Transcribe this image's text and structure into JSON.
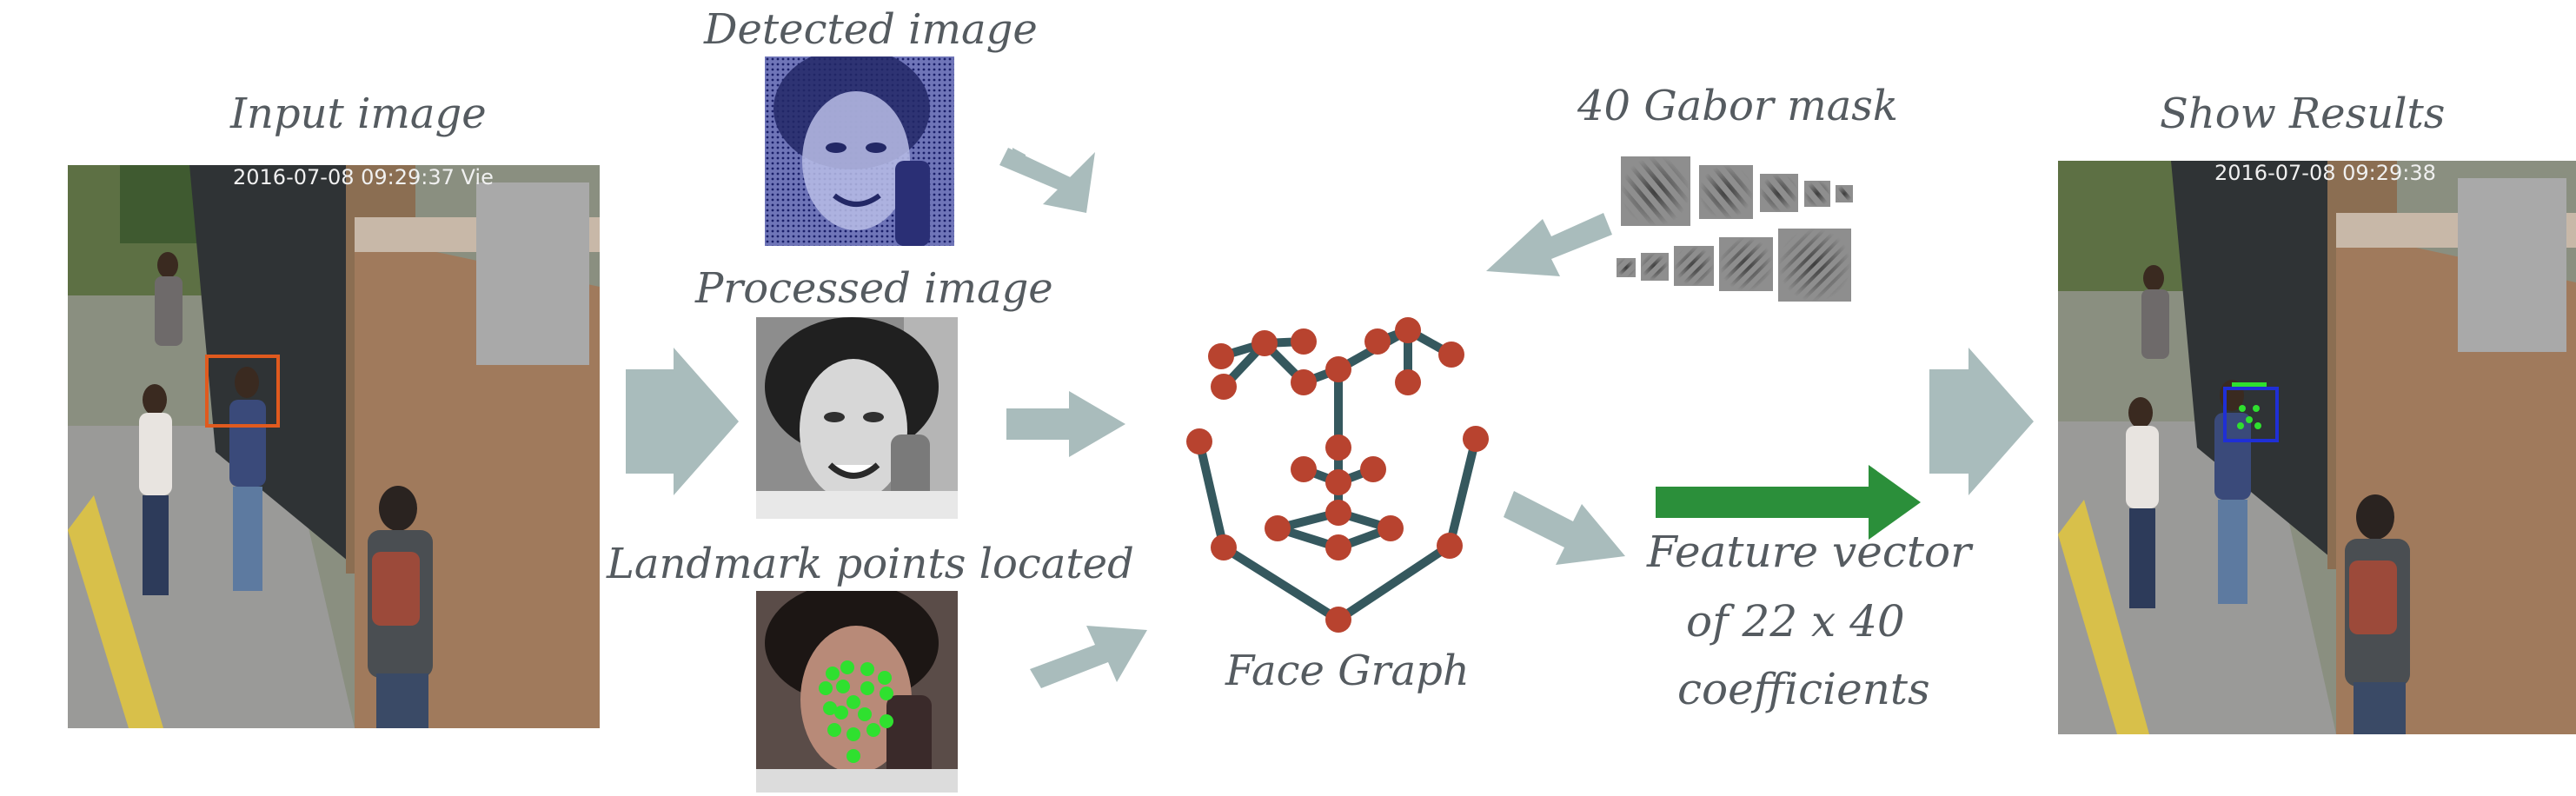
{
  "labels": {
    "input_image": "Input image",
    "detected_image": "Detected image",
    "processed_image": "Processed image",
    "landmark_points": "Landmark points located",
    "gabor_mask": "40 Gabor mask",
    "face_graph": "Face Graph",
    "feature_vector_line1": "Feature vector",
    "feature_vector_line2": "of 22 x 40",
    "feature_vector_line3": "coefficients",
    "show_results": "Show Results"
  },
  "timestamps": {
    "input": "2016-07-08 09:29:37 Vie",
    "result": "2016-07-08 09:29:38"
  },
  "colors": {
    "text": "#555b60",
    "arrow_gray": "#a9bcbc",
    "arrow_green": "#2b8f3a",
    "graph_node": "#b8432f",
    "graph_edge": "#35585e",
    "detect_box": "#e05a1e",
    "result_box": "#1f2fd6",
    "landmark": "#2fe02f"
  },
  "icons": {
    "arrow": "right-arrow-icon",
    "gabor": "gabor-filter-icon"
  }
}
